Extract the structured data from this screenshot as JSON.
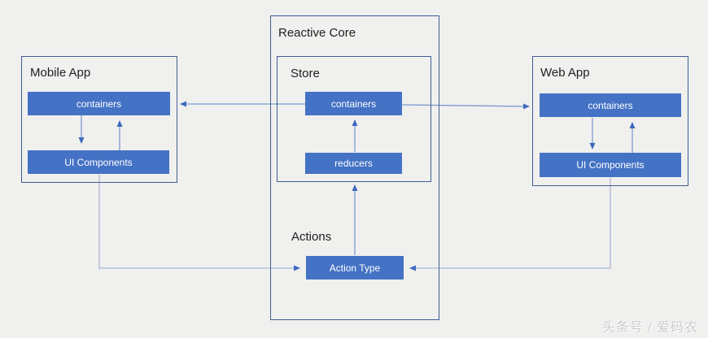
{
  "background": "#f0f0ee",
  "colors": {
    "node_fill": "#4472c4",
    "node_text": "#ffffff",
    "group_border": "#3e5c94",
    "connector": "#7f9bd1",
    "connector_light": "#a9b6d4",
    "arrowhead": "#3e68bf",
    "title_text": "#1e1e1e",
    "watermark_text": "#c9c9c9"
  },
  "diagram": {
    "reactive_core": {
      "title": "Reactive Core"
    },
    "mobile_app": {
      "title": "Mobile App",
      "containers": "containers",
      "ui_components": "UI Components"
    },
    "web_app": {
      "title": "Web App",
      "containers": "containers",
      "ui_components": "UI Components"
    },
    "store": {
      "title": "Store",
      "containers": "containers",
      "reducers": "reducers"
    },
    "actions": {
      "title": "Actions",
      "action_type": "Action Type"
    },
    "edges": [
      {
        "from": "store.containers",
        "to": "mobile_app.containers"
      },
      {
        "from": "store.containers",
        "to": "web_app.containers"
      },
      {
        "from": "mobile_app.containers",
        "to": "mobile_app.ui_components"
      },
      {
        "from": "mobile_app.ui_components",
        "to": "mobile_app.containers"
      },
      {
        "from": "web_app.containers",
        "to": "web_app.ui_components"
      },
      {
        "from": "web_app.ui_components",
        "to": "web_app.containers"
      },
      {
        "from": "store.reducers",
        "to": "store.containers"
      },
      {
        "from": "actions.action_type",
        "to": "store.reducers"
      },
      {
        "from": "mobile_app.ui_components",
        "to": "actions.action_type"
      },
      {
        "from": "web_app.ui_components",
        "to": "actions.action_type"
      }
    ]
  },
  "watermark": "头条号 / 爱码农"
}
